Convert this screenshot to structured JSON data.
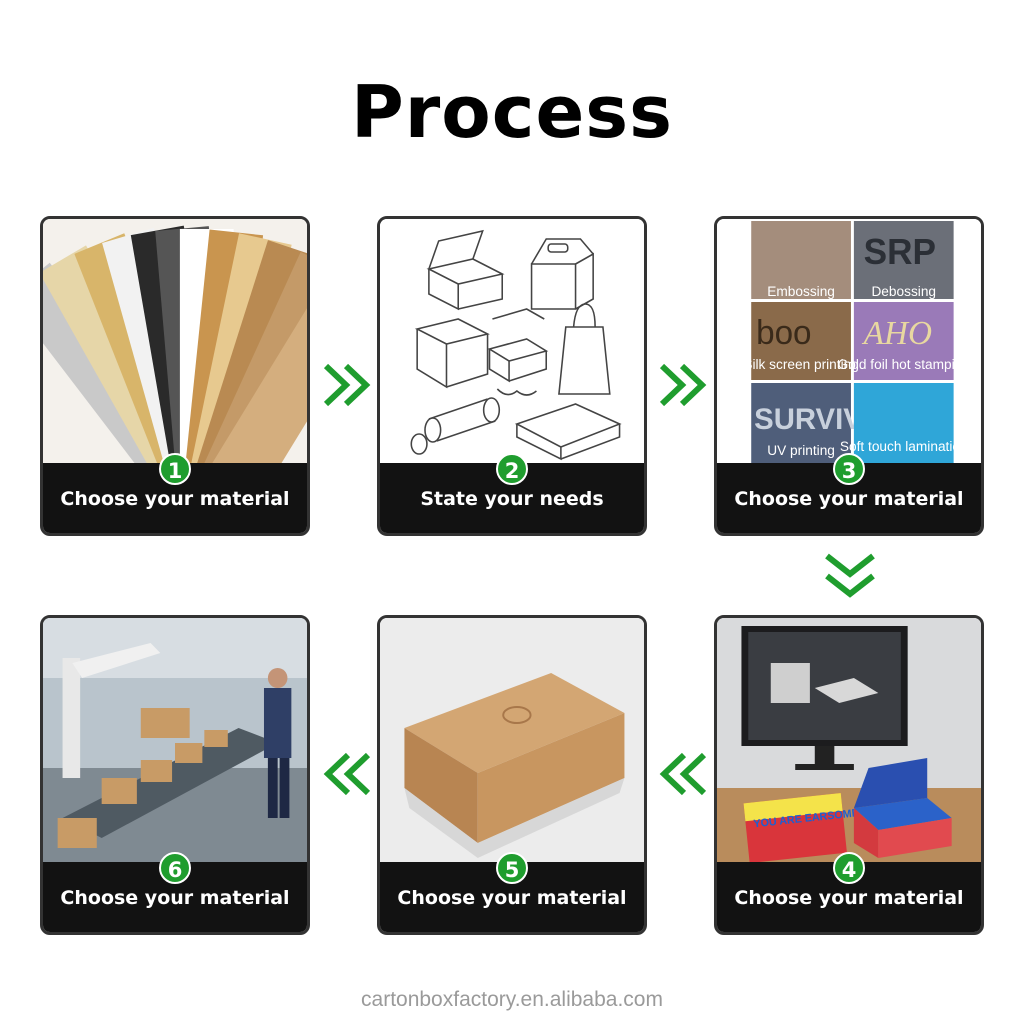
{
  "title": "Process",
  "footer": "cartonboxfactory.en.alibaba.com",
  "accent_color": "#1f9d2e",
  "steps": [
    {
      "number": "1",
      "label": "Choose your material"
    },
    {
      "number": "2",
      "label": "State your needs"
    },
    {
      "number": "3",
      "label": "Choose your material",
      "finishes": [
        "Embossing",
        "Debossing",
        "Silk screen printing",
        "Gold foil hot stamping",
        "UV printing",
        "Soft touch lamination"
      ]
    },
    {
      "number": "4",
      "label": "Choose your material",
      "box_print": "YOU ARE EARSOME"
    },
    {
      "number": "5",
      "label": "Choose your material"
    },
    {
      "number": "6",
      "label": "Choose your material"
    }
  ],
  "icons": {
    "arrow": "double-chevron-icon"
  }
}
